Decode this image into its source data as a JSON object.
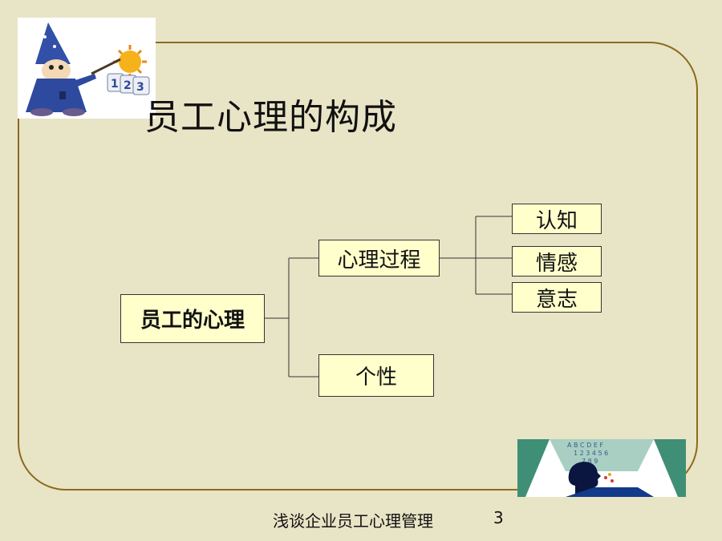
{
  "slide": {
    "title": "员工心理的构成",
    "footer": "浅谈企业员工心理管理",
    "page_number": "3"
  },
  "diagram": {
    "root": "员工的心理",
    "branches": [
      {
        "label": "心理过程",
        "children": [
          "认知",
          "情感",
          "意志"
        ]
      },
      {
        "label": "个性",
        "children": []
      }
    ]
  },
  "colors": {
    "background": "#E8E4C6",
    "frame_border": "#8B6A1E",
    "box_fill": "#FFFFCC",
    "box_border": "#333333"
  },
  "icons": {
    "top_left": "wizard-clipart-icon",
    "bottom_right": "head-silhouette-icon"
  }
}
